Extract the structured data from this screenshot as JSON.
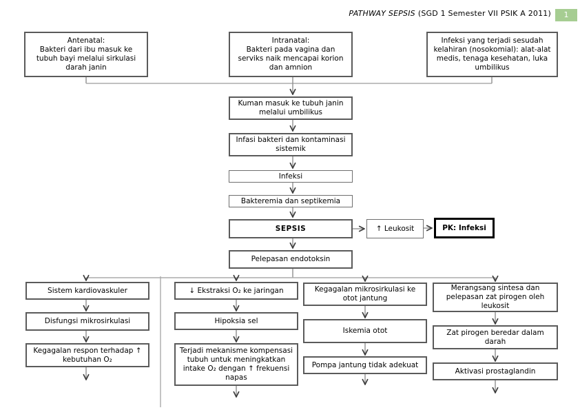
{
  "header": {
    "title_italic": "PATHWAY SEPSIS",
    "title_rest": "(SGD 1 Semester VII PSIK A 2011)",
    "page_number": "1"
  },
  "colors": {
    "box-border": "#5a5a5a",
    "thin-border": "#6e6e6e",
    "pk-border": "#000000",
    "connector": "#8f8f8f",
    "connector-light": "#ababab",
    "arrow": "#3a3a3a",
    "badge-bg": "#a6cd92",
    "badge-text": "#ffffff",
    "text": "#000000"
  },
  "nodes": {
    "antenatal": "Antenatal:\nBakteri dari ibu masuk ke tubuh bayi melalui sirkulasi darah janin",
    "intranatal": "Intranatal:\nBakteri pada vagina dan serviks naik mencapai korion dan amnion",
    "nosokomial": "Infeksi yang terjadi sesudah kelahiran (nosokomial): alat-alat medis, tenaga kesehatan, luka umbilikus",
    "kuman": "Kuman masuk ke tubuh janin melalui umbilikus",
    "infasi": "Infasi bakteri dan kontaminasi sistemik",
    "infeksi": "Infeksi",
    "bakteremia": "Bakteremia dan septikemia",
    "sepsis": "SEPSIS",
    "leukosit": "↑ Leukosit",
    "pk_infeksi": "PK: Infeksi",
    "pelepasan": "Pelepasan endotoksin",
    "sistem_kardiovaskuler": "Sistem kardiovaskuler",
    "disfungsi_mikrosirkulasi": "Disfungsi mikrosirkulasi",
    "kegagalan_respon": "Kegagalan respon terhadap ↑ kebutuhan O₂",
    "ekstraksi": "↓ Ekstraksi O₂ ke jaringan",
    "hipoksia_sel": "Hipoksia sel",
    "kompensasi": "Terjadi mekanisme kompensasi tubuh untuk meningkatkan intake O₂ dengan ↑ frekuensi napas",
    "kegagalan_mikrosirkulasi": "Kegagalan mikrosirkulasi ke otot jantung",
    "iskemia_otot": "Iskemia otot",
    "pompa_jantung": "Pompa jantung tidak adekuat",
    "merangsang_sintesa": "Merangsang sintesa dan pelepasan zat pirogen oleh leukosit",
    "zat_pirogen": "Zat pirogen beredar dalam darah",
    "aktivasi_prostaglandin": "Aktivasi prostaglandin"
  }
}
